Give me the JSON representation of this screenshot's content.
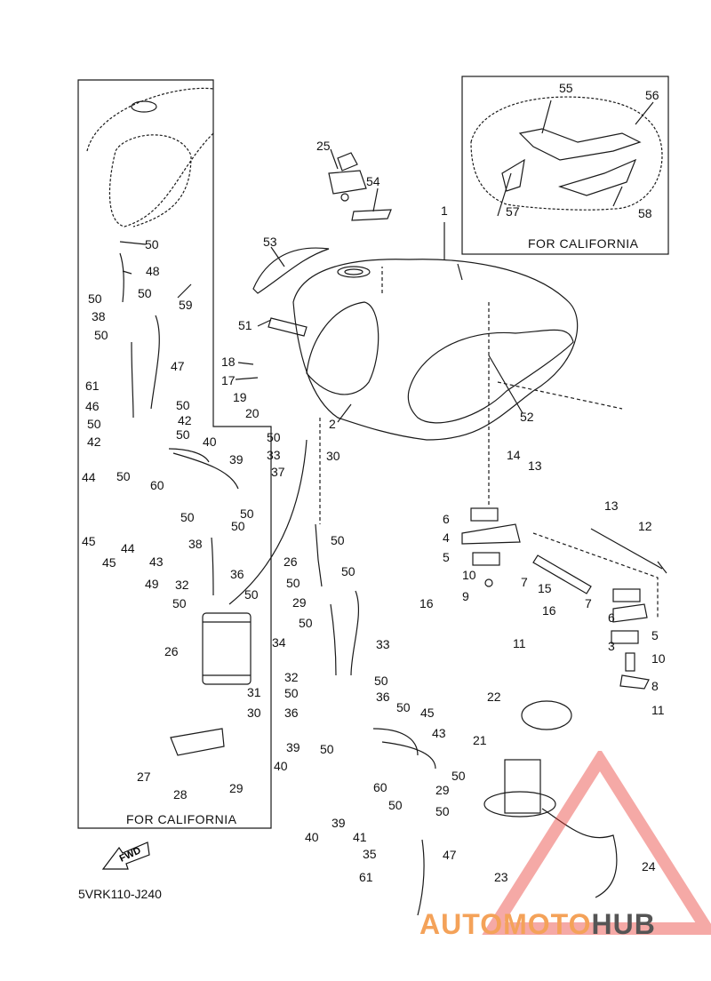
{
  "diagram": {
    "code": "5VRK110-J240",
    "box_labels": {
      "california_left": "FOR CALIFORNIA",
      "california_inset": "FOR CALIFORNIA"
    },
    "fwd_label": "FWD",
    "watermark": {
      "part1": "AUTOMOTO",
      "part2": "HUB"
    },
    "colors": {
      "line": "#1a1a1a",
      "watermark_red": "#e8403a",
      "watermark_orange": "#f4a259",
      "watermark_gray": "#555555"
    },
    "callouts": [
      {
        "id": "c1",
        "text": "1"
      },
      {
        "id": "c2",
        "text": "2"
      },
      {
        "id": "c3",
        "text": "3"
      },
      {
        "id": "c4",
        "text": "4"
      },
      {
        "id": "c5a",
        "text": "5"
      },
      {
        "id": "c5b",
        "text": "5"
      },
      {
        "id": "c6a",
        "text": "6"
      },
      {
        "id": "c6b",
        "text": "6"
      },
      {
        "id": "c7a",
        "text": "7"
      },
      {
        "id": "c7b",
        "text": "7"
      },
      {
        "id": "c8",
        "text": "8"
      },
      {
        "id": "c9",
        "text": "9"
      },
      {
        "id": "c10a",
        "text": "10"
      },
      {
        "id": "c10b",
        "text": "10"
      },
      {
        "id": "c11a",
        "text": "11"
      },
      {
        "id": "c11b",
        "text": "11"
      },
      {
        "id": "c12",
        "text": "12"
      },
      {
        "id": "c13a",
        "text": "13"
      },
      {
        "id": "c13b",
        "text": "13"
      },
      {
        "id": "c14",
        "text": "14"
      },
      {
        "id": "c15",
        "text": "15"
      },
      {
        "id": "c16a",
        "text": "16"
      },
      {
        "id": "c16b",
        "text": "16"
      },
      {
        "id": "c17",
        "text": "17"
      },
      {
        "id": "c18",
        "text": "18"
      },
      {
        "id": "c19",
        "text": "19"
      },
      {
        "id": "c20",
        "text": "20"
      },
      {
        "id": "c21",
        "text": "21"
      },
      {
        "id": "c22",
        "text": "22"
      },
      {
        "id": "c23",
        "text": "23"
      },
      {
        "id": "c24",
        "text": "24"
      },
      {
        "id": "c25",
        "text": "25"
      },
      {
        "id": "c26a",
        "text": "26"
      },
      {
        "id": "c26b",
        "text": "26"
      },
      {
        "id": "c27",
        "text": "27"
      },
      {
        "id": "c28",
        "text": "28"
      },
      {
        "id": "c29a",
        "text": "29"
      },
      {
        "id": "c29b",
        "text": "29"
      },
      {
        "id": "c29c",
        "text": "29"
      },
      {
        "id": "c30a",
        "text": "30"
      },
      {
        "id": "c30b",
        "text": "30"
      },
      {
        "id": "c31",
        "text": "31"
      },
      {
        "id": "c32a",
        "text": "32"
      },
      {
        "id": "c32b",
        "text": "32"
      },
      {
        "id": "c33a",
        "text": "33"
      },
      {
        "id": "c33b",
        "text": "33"
      },
      {
        "id": "c34",
        "text": "34"
      },
      {
        "id": "c35",
        "text": "35"
      },
      {
        "id": "c36a",
        "text": "36"
      },
      {
        "id": "c36b",
        "text": "36"
      },
      {
        "id": "c36c",
        "text": "36"
      },
      {
        "id": "c37",
        "text": "37"
      },
      {
        "id": "c38a",
        "text": "38"
      },
      {
        "id": "c38b",
        "text": "38"
      },
      {
        "id": "c39a",
        "text": "39"
      },
      {
        "id": "c39b",
        "text": "39"
      },
      {
        "id": "c39c",
        "text": "39"
      },
      {
        "id": "c40a",
        "text": "40"
      },
      {
        "id": "c40b",
        "text": "40"
      },
      {
        "id": "c40c",
        "text": "40"
      },
      {
        "id": "c41",
        "text": "41"
      },
      {
        "id": "c42a",
        "text": "42"
      },
      {
        "id": "c42b",
        "text": "42"
      },
      {
        "id": "c43a",
        "text": "43"
      },
      {
        "id": "c43b",
        "text": "43"
      },
      {
        "id": "c44a",
        "text": "44"
      },
      {
        "id": "c44b",
        "text": "44"
      },
      {
        "id": "c45a",
        "text": "45"
      },
      {
        "id": "c45b",
        "text": "45"
      },
      {
        "id": "c45c",
        "text": "45"
      },
      {
        "id": "c46",
        "text": "46"
      },
      {
        "id": "c47a",
        "text": "47"
      },
      {
        "id": "c47b",
        "text": "47"
      },
      {
        "id": "c48",
        "text": "48"
      },
      {
        "id": "c49",
        "text": "49"
      },
      {
        "id": "c50a",
        "text": "50"
      },
      {
        "id": "c50b",
        "text": "50"
      },
      {
        "id": "c50c",
        "text": "50"
      },
      {
        "id": "c50d",
        "text": "50"
      },
      {
        "id": "c50e",
        "text": "50"
      },
      {
        "id": "c50f",
        "text": "50"
      },
      {
        "id": "c50g",
        "text": "50"
      },
      {
        "id": "c50h",
        "text": "50"
      },
      {
        "id": "c50i",
        "text": "50"
      },
      {
        "id": "c50j",
        "text": "50"
      },
      {
        "id": "c50k",
        "text": "50"
      },
      {
        "id": "c50l",
        "text": "50"
      },
      {
        "id": "c50m",
        "text": "50"
      },
      {
        "id": "c50n",
        "text": "50"
      },
      {
        "id": "c50o",
        "text": "50"
      },
      {
        "id": "c50p",
        "text": "50"
      },
      {
        "id": "c50q",
        "text": "50"
      },
      {
        "id": "c50r",
        "text": "50"
      },
      {
        "id": "c50s",
        "text": "50"
      },
      {
        "id": "c50t",
        "text": "50"
      },
      {
        "id": "c50u",
        "text": "50"
      },
      {
        "id": "c50v",
        "text": "50"
      },
      {
        "id": "c50w",
        "text": "50"
      },
      {
        "id": "c50x",
        "text": "50"
      },
      {
        "id": "c50y",
        "text": "50"
      },
      {
        "id": "c51",
        "text": "51"
      },
      {
        "id": "c52",
        "text": "52"
      },
      {
        "id": "c53",
        "text": "53"
      },
      {
        "id": "c54",
        "text": "54"
      },
      {
        "id": "c55",
        "text": "55"
      },
      {
        "id": "c56",
        "text": "56"
      },
      {
        "id": "c57",
        "text": "57"
      },
      {
        "id": "c58",
        "text": "58"
      },
      {
        "id": "c59",
        "text": "59"
      },
      {
        "id": "c60a",
        "text": "60"
      },
      {
        "id": "c60b",
        "text": "60"
      },
      {
        "id": "c61a",
        "text": "61"
      },
      {
        "id": "c61b",
        "text": "61"
      }
    ]
  }
}
